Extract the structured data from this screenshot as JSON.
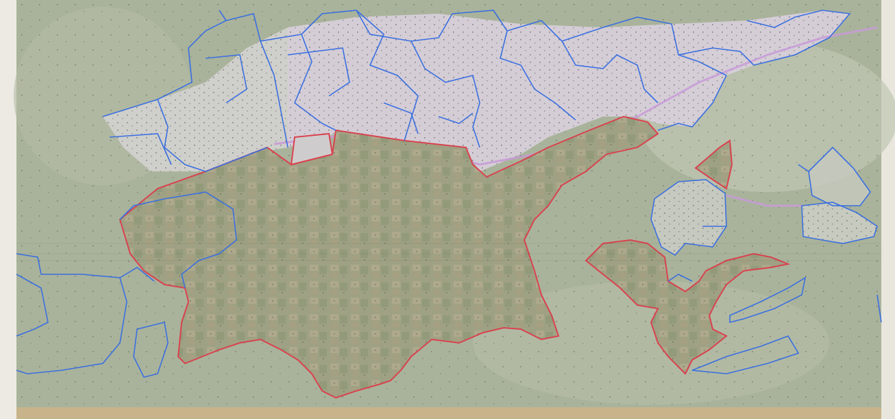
{
  "map": {
    "colors": {
      "paper_left": "#eceae2",
      "paper_bottom": "#c8b48a",
      "background_field": "#a9b39b",
      "background_light": "#c3c7b4",
      "settlement": "#d3d2d0",
      "settlement_purple": "#d8cce0",
      "study_area_fill": "#9fa184",
      "study_area_stroke": "#d9424f",
      "cadastral_stroke": "#3a6fe0",
      "road_purple": "#c89ad8",
      "dot": "#3b3b36"
    },
    "layers": [
      "imagery",
      "settlement-zone",
      "study-area",
      "cadastral-parcels",
      "roads"
    ]
  }
}
